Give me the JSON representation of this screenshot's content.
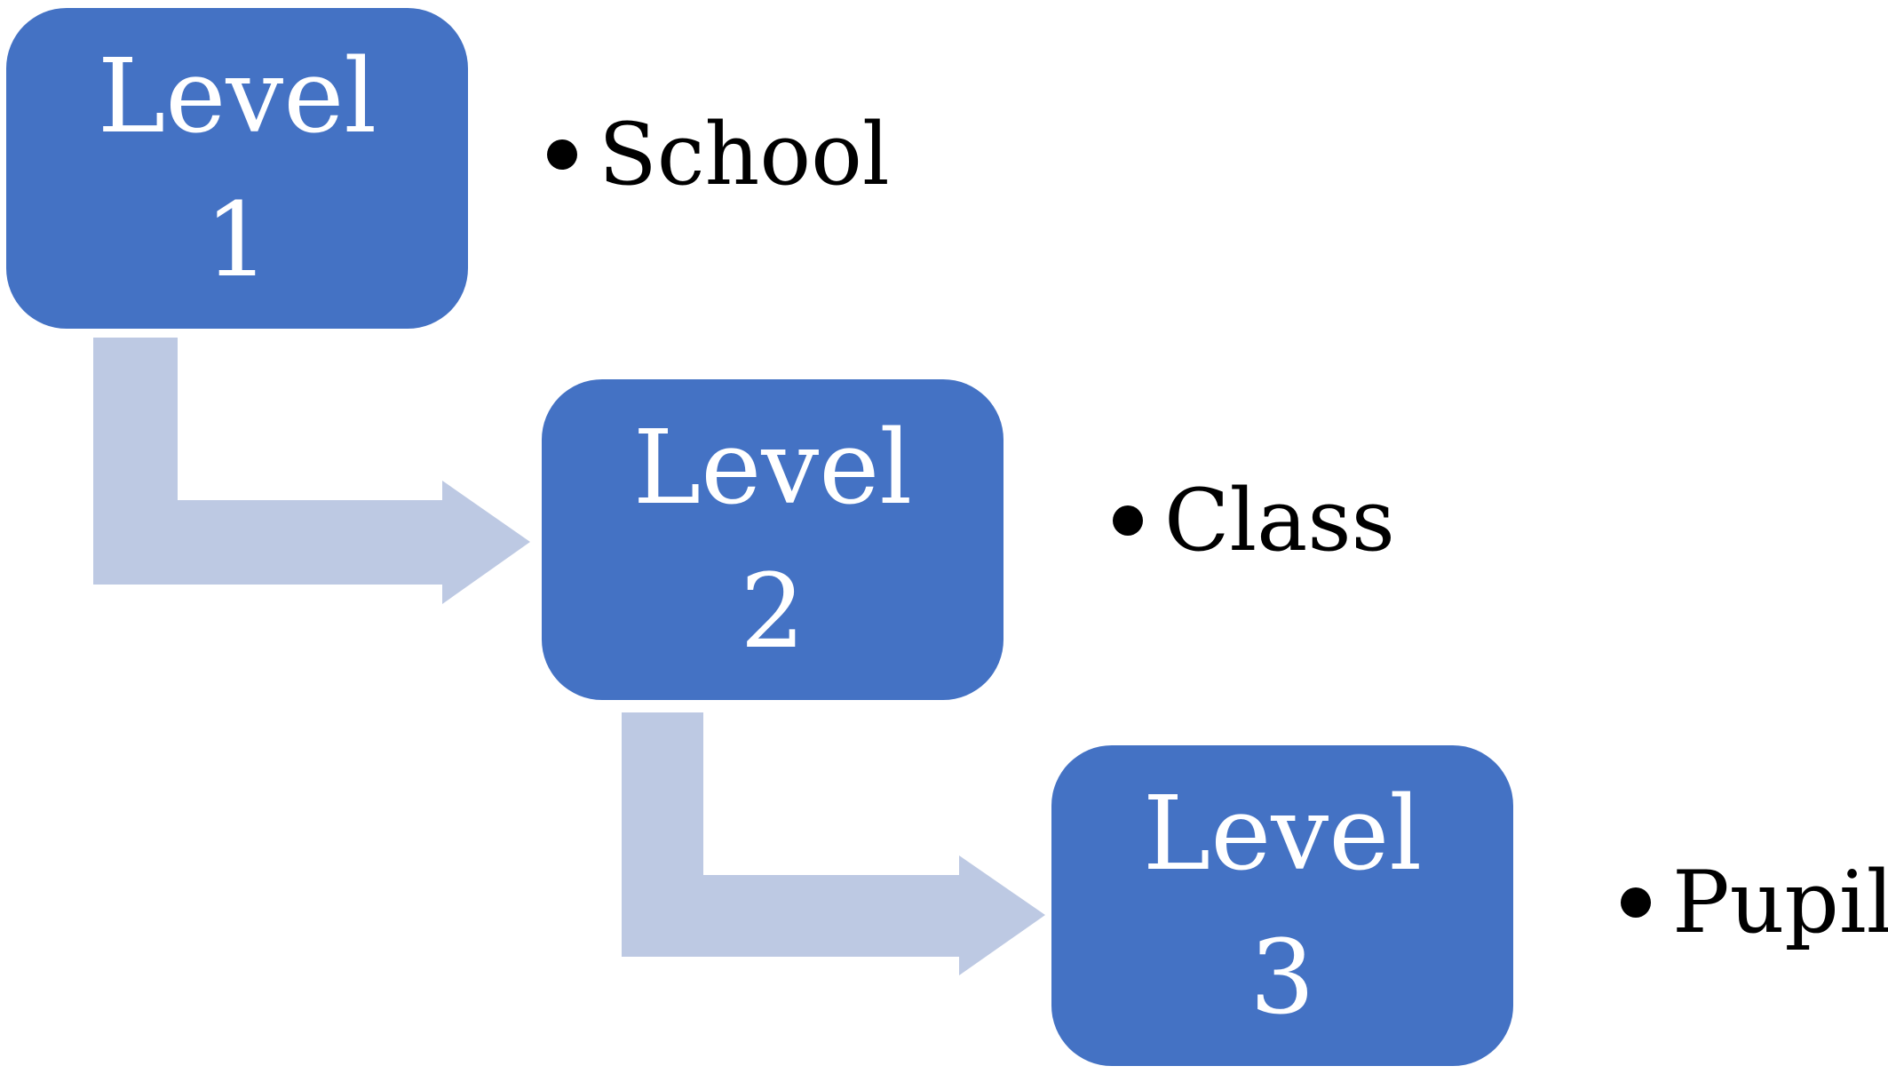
{
  "colors": {
    "box": "#4472c4",
    "arrow": "#bdc9e3",
    "bullet_text": "#000000",
    "box_text": "#ffffff"
  },
  "levels": [
    {
      "line1": "Level",
      "line2": "1",
      "item": "School"
    },
    {
      "line1": "Level",
      "line2": "2",
      "item": "Class"
    },
    {
      "line1": "Level",
      "line2": "3",
      "item": "Pupil"
    }
  ]
}
